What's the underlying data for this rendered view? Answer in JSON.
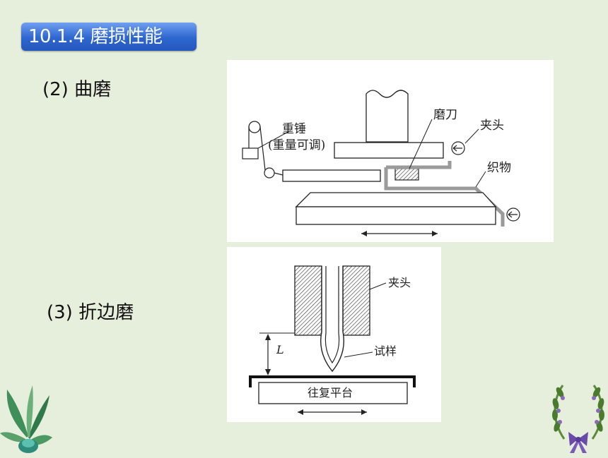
{
  "slide": {
    "title": "10.1.4 磨损性能",
    "section2_label": "(2) 曲磨",
    "section3_label": "(3) 折边磨"
  },
  "diagram1": {
    "weight_label": "重锤",
    "weight_note": "(重量可调)",
    "blade_label": "磨刀",
    "clamp_label": "夹头",
    "fabric_label": "织物"
  },
  "diagram2": {
    "clamp_label": "夹头",
    "specimen_label": "试样",
    "platform_label": "往复平台",
    "distance_label": "L"
  },
  "colors": {
    "title_bar": "#2d66cf",
    "background": "#e6eedc"
  }
}
